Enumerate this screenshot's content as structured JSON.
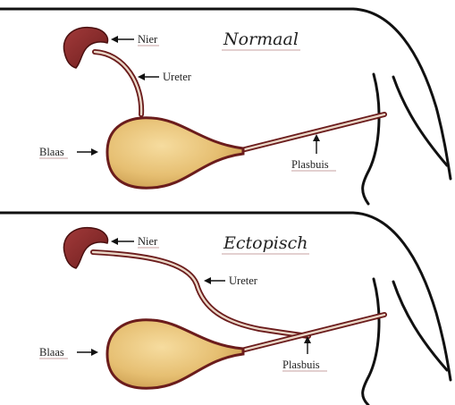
{
  "panels": [
    {
      "title": "Normaal",
      "labels": {
        "kidney": "Nier",
        "ureter": "Ureter",
        "bladder": "Blaas",
        "urethra": "Plasbuis"
      }
    },
    {
      "title": "Ectopisch",
      "labels": {
        "kidney": "Nier",
        "ureter": "Ureter",
        "bladder": "Blaas",
        "urethra": "Plasbuis"
      }
    }
  ],
  "colors": {
    "kidney": "#8a2a2a",
    "bladder_fill": "#e6bf72",
    "bladder_edge": "#6b1c1c",
    "outline": "#111111"
  }
}
